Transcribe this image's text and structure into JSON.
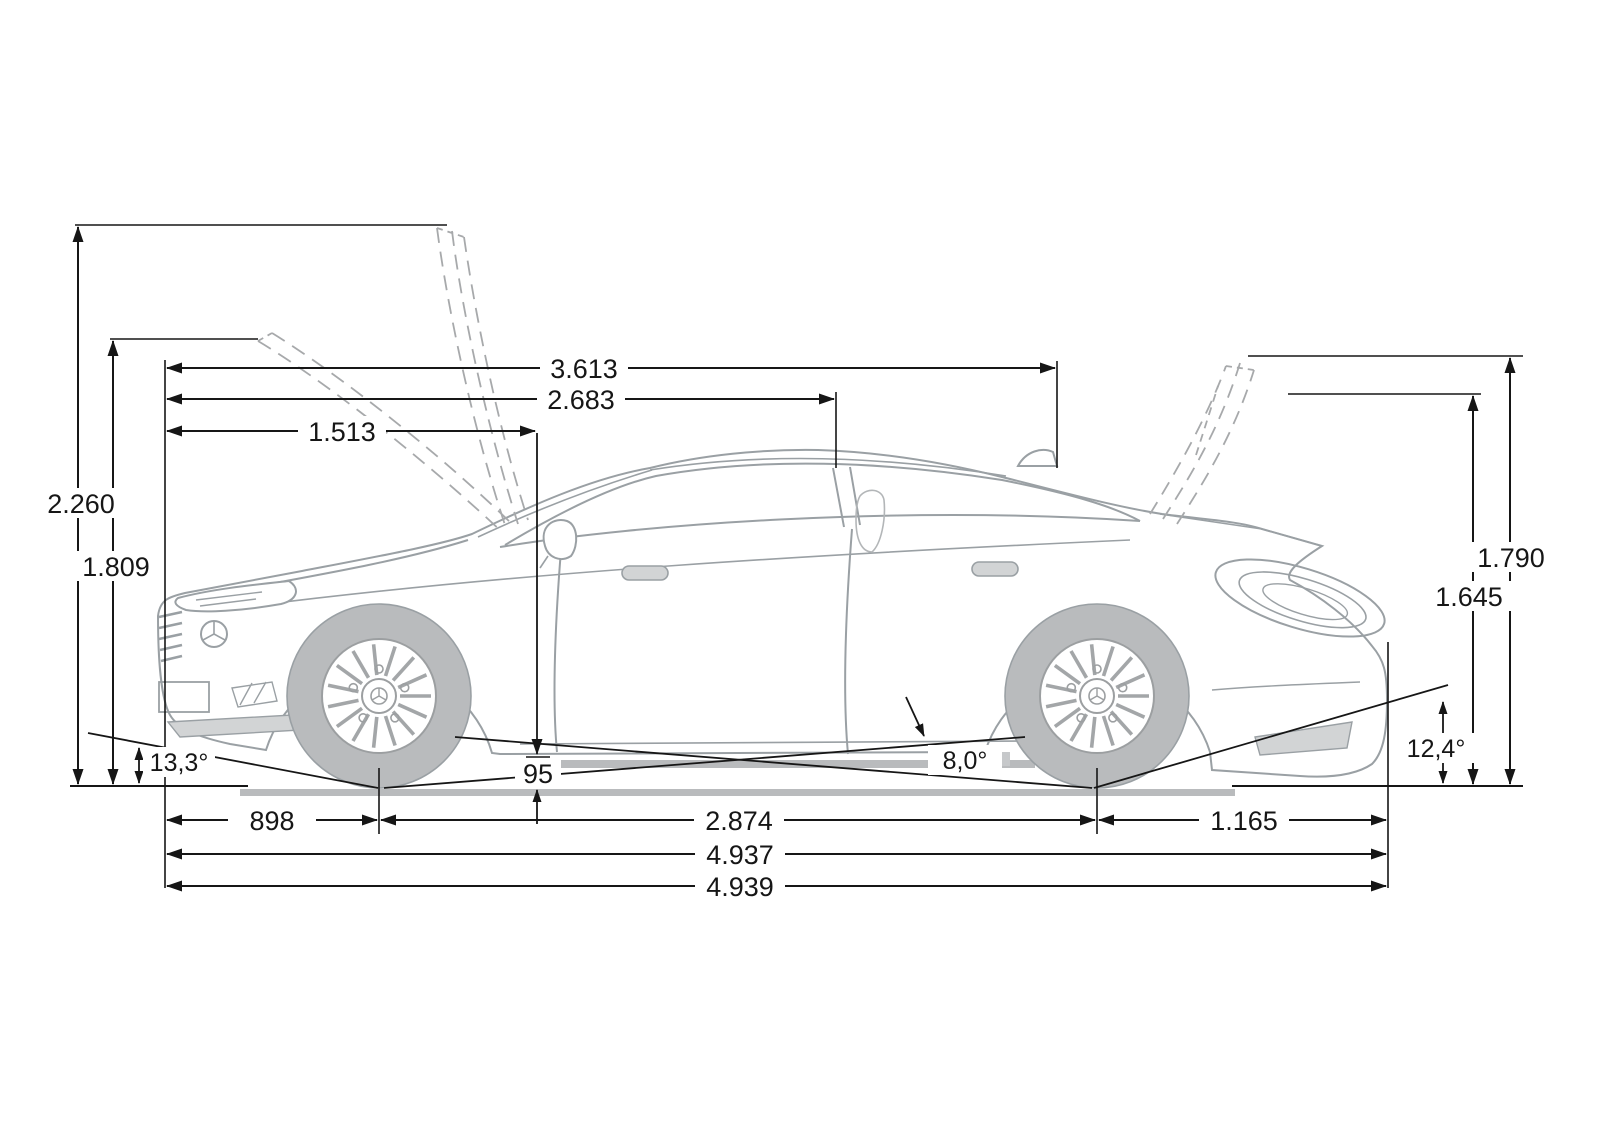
{
  "labels": {
    "top_dims": [
      "3.613",
      "2.683",
      "1.513"
    ],
    "left_dims": [
      "2.260",
      "1.809"
    ],
    "right_dims": [
      "1.790",
      "1.645"
    ],
    "bottom_dims": [
      "898",
      "2.874",
      "1.165",
      "4.937",
      "4.939"
    ],
    "ground_clearance": "95",
    "approach_angle": "13,3°",
    "ramp_angle": "8,0°",
    "departure_angle": "12,4°"
  },
  "colors": {
    "background": "#ffffff",
    "dimension_lines": "#161616",
    "car_outline": "#9aa0a4",
    "car_shading": "#b9bbbd"
  }
}
